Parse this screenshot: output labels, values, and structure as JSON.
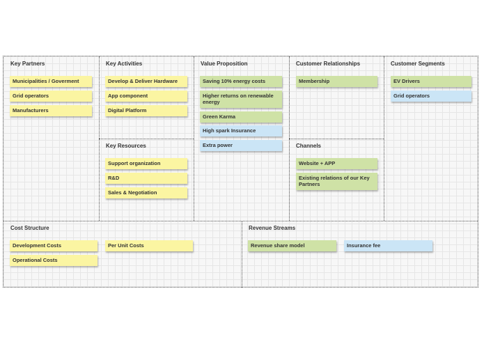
{
  "colors": {
    "yellow": "#fbf5a2",
    "green": "#cfe2a6",
    "blue": "#cbe5f6"
  },
  "sections": {
    "key_partners": {
      "title": "Key Partners",
      "notes": [
        "Municipalities / Goverment",
        "Grid operators",
        "Manufacturers"
      ]
    },
    "key_activities": {
      "title": "Key Activities",
      "notes": [
        "Develop & Deliver Hardware",
        "App component",
        "Digital Platform"
      ]
    },
    "key_resources": {
      "title": "Key Resources",
      "notes": [
        "Support organization",
        "R&D",
        "Sales & Negotiation"
      ]
    },
    "value_proposition": {
      "title": "Value Proposition",
      "notes": [
        "Saving 10% energy costs",
        "Higher returns on renewable energy",
        "Green Karma",
        "High spark Insurance",
        "Extra power"
      ]
    },
    "customer_relationships": {
      "title": "Customer Relationships",
      "notes": [
        "Membership"
      ]
    },
    "channels": {
      "title": "Channels",
      "notes": [
        "Website + APP",
        "Existing relations of our Key Partners"
      ]
    },
    "customer_segments": {
      "title": "Customer Segments",
      "notes": [
        "EV Drivers",
        "Grid operators"
      ]
    },
    "cost_structure": {
      "title": "Cost Structure",
      "notes": [
        "Development Costs",
        "Operational Costs",
        "Per Unit Costs"
      ]
    },
    "revenue_streams": {
      "title": "Revenue Streams",
      "notes": [
        "Revenue share model",
        "Insurance fee"
      ]
    }
  }
}
